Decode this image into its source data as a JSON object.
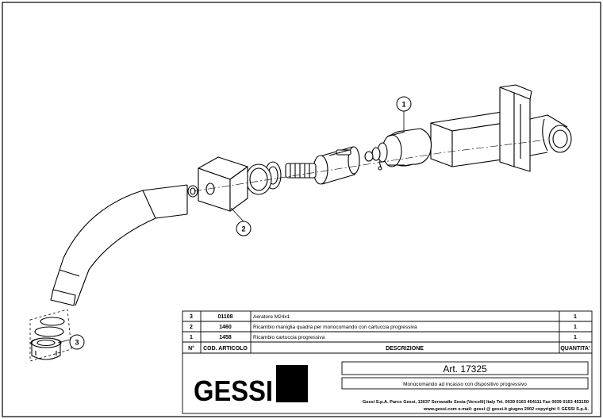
{
  "callouts": [
    "1",
    "2",
    "3"
  ],
  "parts_table": {
    "headers": {
      "no": "N°",
      "code": "COD. ARTICOLO",
      "description": "DESCRIZIONE",
      "quantity": "QUANTITA'"
    },
    "rows": [
      {
        "no": "3",
        "code": "01108",
        "description": "Aeratore M24x1",
        "quantity": "1"
      },
      {
        "no": "2",
        "code": "1460",
        "description": "Ricambio maniglia quadra per monocomando con cartuccia progressiva",
        "quantity": "1"
      },
      {
        "no": "1",
        "code": "1458",
        "description": "Ricambio cartuccia progressiva",
        "quantity": "1"
      }
    ]
  },
  "title_block": {
    "brand": "GESSI",
    "article": "Art. 17325",
    "subtitle": "Monocomando ad incasso con dispositivo progressivo",
    "address": "Gessi S.p.A. Parco Gessi, 13037 Serravalle Sesia (Vercelli) Italy Tel. 0039 0163 454111 Fax 0039 0163 453150",
    "web": "www.gessi.com e-mail: gessi @ gessi.it giugno 2002 copyright © GESSI S.p.A."
  }
}
